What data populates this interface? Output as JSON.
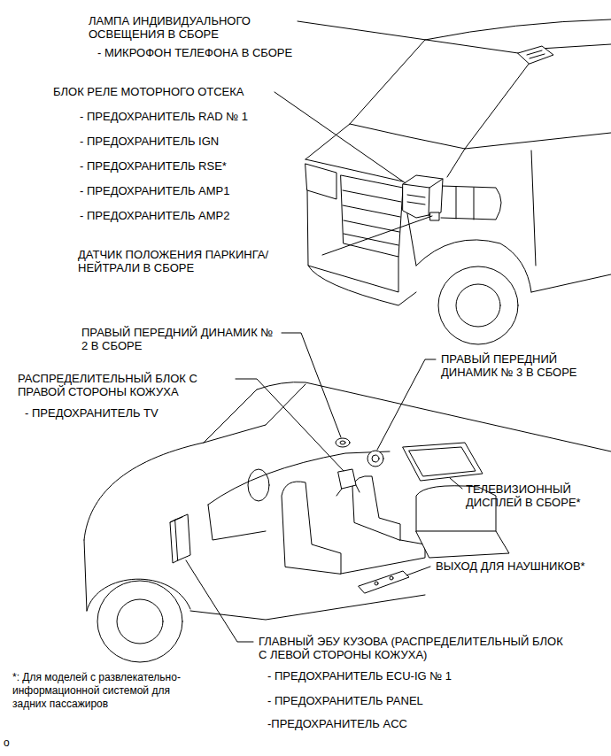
{
  "diagram": {
    "labels": [
      "ЛАМПА ИНДИВИДУАЛЬНОГО ОСВЕЩЕНИЯ В СБОРЕ",
      "- МИКРОФОН ТЕЛЕФОНА В СБОРЕ",
      "БЛОК РЕЛЕ МОТОРНОГО ОТСЕКА",
      "- ПРЕДОХРАНИТЕЛЬ RAD № 1",
      "- ПРЕДОХРАНИТЕЛЬ IGN",
      "- ПРЕДОХРАНИТЕЛЬ RSE*",
      "- ПРЕДОХРАНИТЕЛЬ AMP1",
      "- ПРЕДОХРАНИТЕЛЬ AMP2",
      "ДАТЧИК ПОЛОЖЕНИЯ ПАРКИНГА/ НЕЙТРАЛИ В СБОРЕ",
      "ПРАВЫЙ ПЕРЕДНИЙ ДИНАМИК № 2 В СБОРЕ",
      "ПРАВЫЙ ПЕРЕДНИЙ ДИНАМИК № 3 В СБОРЕ",
      "РАСПРЕДЕЛИТЕЛЬНЫЙ БЛОК С ПРАВОЙ СТОРОНЫ КОЖУХА",
      "- ПРЕДОХРАНИТЕЛЬ TV",
      "ТЕЛЕВИЗИОННЫЙ ДИСПЛЕЙ В СБОРЕ*",
      "ВЫХОД ДЛЯ НАУШНИКОВ*",
      "ГЛАВНЫЙ ЭБУ КУЗОВА (РАСПРЕДЕЛИТЕЛЬНЫЙ БЛОК С ЛЕВОЙ СТОРОНЫ КОЖУХА)",
      "- ПРЕДОХРАНИТЕЛЬ ECU-IG № 1",
      "- ПРЕДОХРАНИТЕЛЬ PANEL",
      "-ПРЕДОХРАНИТЕЛЬ ACC",
      "*: Для моделей с развлекательно- информационной системой для задних пассажиров",
      "o"
    ]
  }
}
